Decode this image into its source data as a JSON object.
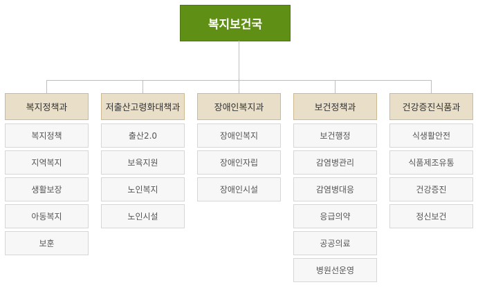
{
  "root": {
    "label": "복지보건국",
    "color": "#5f8f14"
  },
  "departments": [
    {
      "name": "복지정책과",
      "teams": [
        "복지정책",
        "지역복지",
        "생활보장",
        "아동복지",
        "보훈"
      ]
    },
    {
      "name": "저출산고령화대책과",
      "teams": [
        "출산2.0",
        "보육지원",
        "노인복지",
        "노인시설"
      ]
    },
    {
      "name": "장애인복지과",
      "teams": [
        "장애인복지",
        "장애인자립",
        "장애인시설"
      ]
    },
    {
      "name": "보건정책과",
      "teams": [
        "보건행정",
        "감염병관리",
        "감염병대응",
        "응급의약",
        "공공의료",
        "병원선운영"
      ]
    },
    {
      "name": "건강증진식품과",
      "teams": [
        "식생활안전",
        "식품제조유통",
        "건강증진",
        "정신보건"
      ]
    }
  ]
}
